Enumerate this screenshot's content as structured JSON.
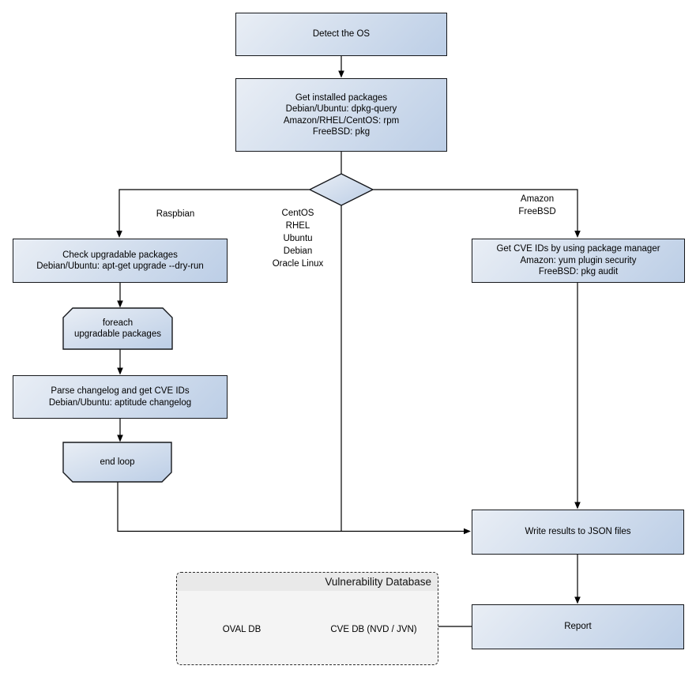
{
  "diagram": {
    "kind": "flowchart",
    "colors": {
      "node_fill_light": "#e9eef5",
      "node_fill_dark": "#bccee6",
      "node_border": "#16181c",
      "connector": "#000000",
      "container_bg": "#f4f4f4",
      "container_header_bg": "#e9e9e9",
      "container_border": "#2b2b2b"
    },
    "nodes": {
      "detect_os": {
        "text": "Detect the OS"
      },
      "get_installed": {
        "text": "Get installed packages\nDebian/Ubuntu: dpkg-query\nAmazon/RHEL/CentOS: rpm\nFreeBSD: pkg"
      },
      "check_upgradable": {
        "text": "Check upgradable packages\nDebian/Ubuntu: apt-get upgrade --dry-run"
      },
      "foreach_loop": {
        "text": "foreach\nupgradable  packages"
      },
      "parse_changelog": {
        "text": "Parse changelog and get  CVE IDs\nDebian/Ubuntu: aptitude changelog"
      },
      "end_loop": {
        "text": "end loop"
      },
      "get_cve_ids": {
        "text": "Get CVE IDs by using package manager\nAmazon: yum plugin security\nFreeBSD: pkg audit"
      },
      "write_results": {
        "text": "Write results to JSON files"
      },
      "report": {
        "text": "Report"
      }
    },
    "edge_labels": {
      "raspbian": "Raspbian",
      "linux_group": "CentOS\nRHEL\nUbuntu\nDebian\nOracle Linux",
      "amazon_group": "Amazon\nFreeBSD"
    },
    "database": {
      "title": "Vulnerability Database",
      "cylinders": [
        {
          "label": "OVAL DB"
        },
        {
          "label": "CVE DB (NVD / JVN)"
        }
      ]
    }
  }
}
